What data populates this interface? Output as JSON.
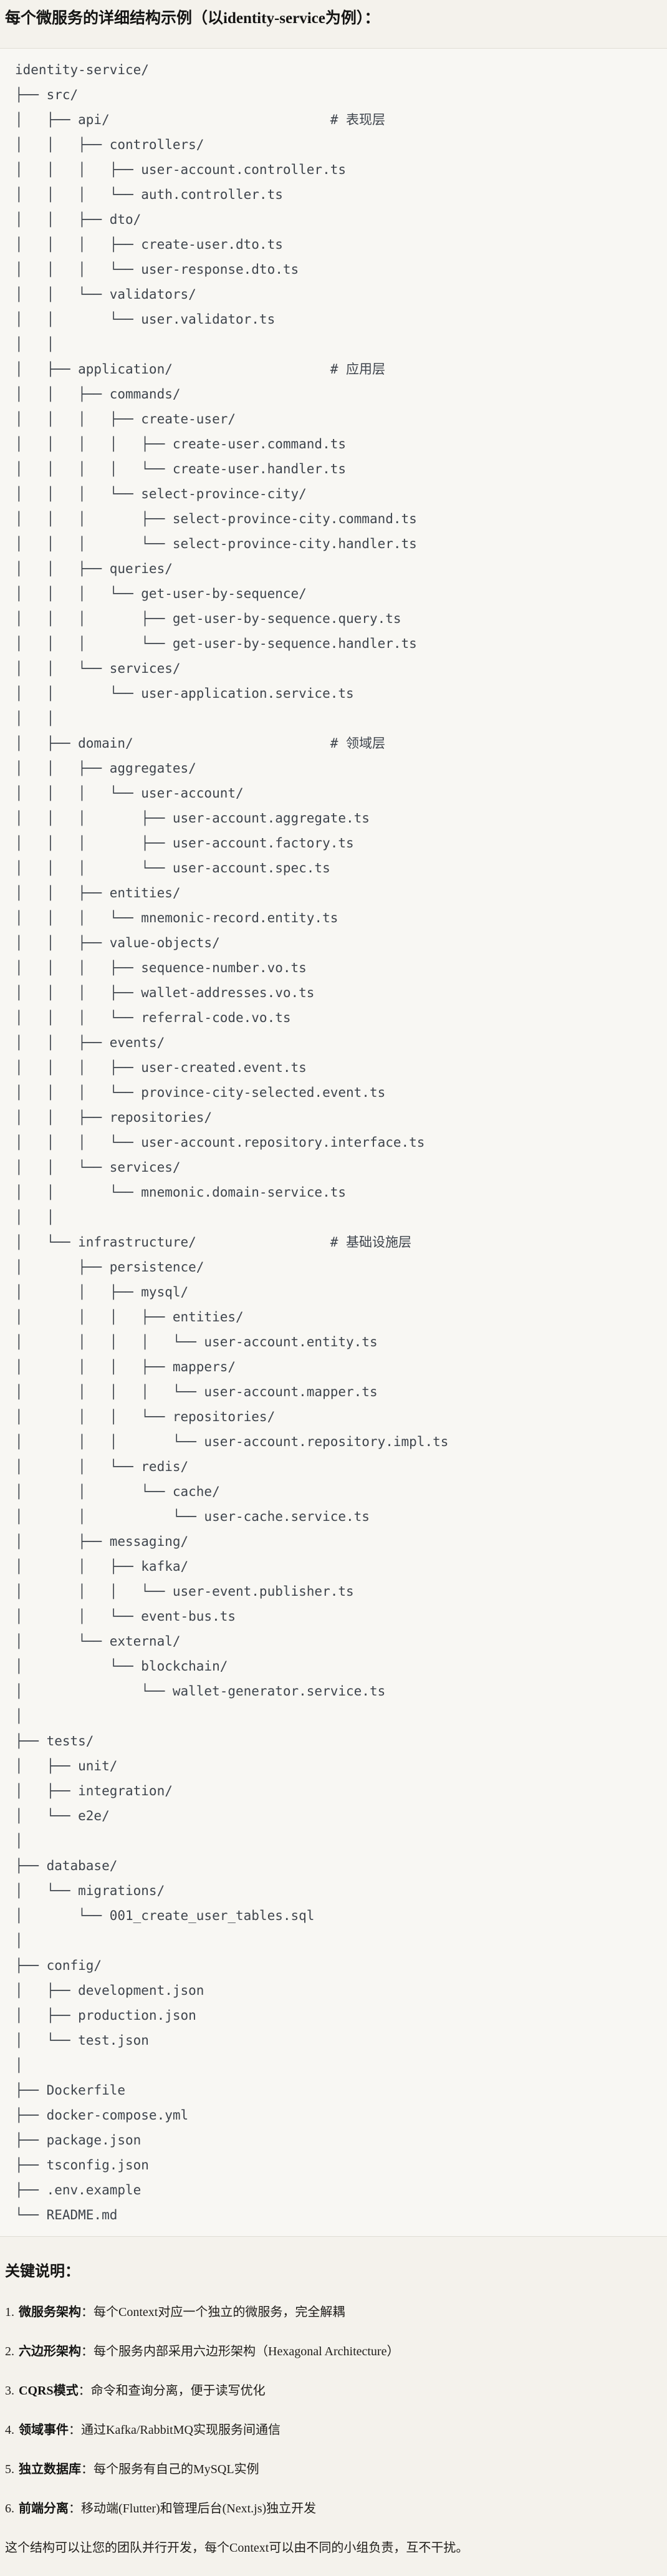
{
  "title": "每个微服务的详细结构示例（以identity-service为例）：",
  "colors": {
    "page_bg": "#F4F2EC",
    "code_bg": "#F8F7F3",
    "code_border": "#E0DDD5",
    "tree_text": "#3E444C",
    "body_text": "#1F1D1A"
  },
  "code_block": {
    "tree_lines": [
      "identity-service/",
      "├── src/",
      "│   ├── api/                            # 表现层",
      "│   │   ├── controllers/",
      "│   │   │   ├── user-account.controller.ts",
      "│   │   │   └── auth.controller.ts",
      "│   │   ├── dto/",
      "│   │   │   ├── create-user.dto.ts",
      "│   │   │   └── user-response.dto.ts",
      "│   │   └── validators/",
      "│   │       └── user.validator.ts",
      "│   │",
      "│   ├── application/                    # 应用层",
      "│   │   ├── commands/",
      "│   │   │   ├── create-user/",
      "│   │   │   │   ├── create-user.command.ts",
      "│   │   │   │   └── create-user.handler.ts",
      "│   │   │   └── select-province-city/",
      "│   │   │       ├── select-province-city.command.ts",
      "│   │   │       └── select-province-city.handler.ts",
      "│   │   ├── queries/",
      "│   │   │   └── get-user-by-sequence/",
      "│   │   │       ├── get-user-by-sequence.query.ts",
      "│   │   │       └── get-user-by-sequence.handler.ts",
      "│   │   └── services/",
      "│   │       └── user-application.service.ts",
      "│   │",
      "│   ├── domain/                         # 领域层",
      "│   │   ├── aggregates/",
      "│   │   │   └── user-account/",
      "│   │   │       ├── user-account.aggregate.ts",
      "│   │   │       ├── user-account.factory.ts",
      "│   │   │       └── user-account.spec.ts",
      "│   │   ├── entities/",
      "│   │   │   └── mnemonic-record.entity.ts",
      "│   │   ├── value-objects/",
      "│   │   │   ├── sequence-number.vo.ts",
      "│   │   │   ├── wallet-addresses.vo.ts",
      "│   │   │   └── referral-code.vo.ts",
      "│   │   ├── events/",
      "│   │   │   ├── user-created.event.ts",
      "│   │   │   └── province-city-selected.event.ts",
      "│   │   ├── repositories/",
      "│   │   │   └── user-account.repository.interface.ts",
      "│   │   └── services/",
      "│   │       └── mnemonic.domain-service.ts",
      "│   │",
      "│   └── infrastructure/                 # 基础设施层",
      "│       ├── persistence/",
      "│       │   ├── mysql/",
      "│       │   │   ├── entities/",
      "│       │   │   │   └── user-account.entity.ts",
      "│       │   │   ├── mappers/",
      "│       │   │   │   └── user-account.mapper.ts",
      "│       │   │   └── repositories/",
      "│       │   │       └── user-account.repository.impl.ts",
      "│       │   └── redis/",
      "│       │       └── cache/",
      "│       │           └── user-cache.service.ts",
      "│       ├── messaging/",
      "│       │   ├── kafka/",
      "│       │   │   └── user-event.publisher.ts",
      "│       │   └── event-bus.ts",
      "│       └── external/",
      "│           └── blockchain/",
      "│               └── wallet-generator.service.ts",
      "│",
      "├── tests/",
      "│   ├── unit/",
      "│   ├── integration/",
      "│   └── e2e/",
      "│",
      "├── database/",
      "│   └── migrations/",
      "│       └── 001_create_user_tables.sql",
      "│",
      "├── config/",
      "│   ├── development.json",
      "│   ├── production.json",
      "│   └── test.json",
      "│",
      "├── Dockerfile",
      "├── docker-compose.yml",
      "├── package.json",
      "├── tsconfig.json",
      "├── .env.example",
      "└── README.md"
    ]
  },
  "key_notes": {
    "heading": "关键说明：",
    "separator": "：",
    "items": [
      {
        "num": "1.",
        "term": "微服务架构",
        "desc": "每个Context对应一个独立的微服务，完全解耦"
      },
      {
        "num": "2.",
        "term": "六边形架构",
        "desc": "每个服务内部采用六边形架构（Hexagonal Architecture）"
      },
      {
        "num": "3.",
        "term": "CQRS模式",
        "desc": "命令和查询分离，便于读写优化"
      },
      {
        "num": "4.",
        "term": "领域事件",
        "desc": "通过Kafka/RabbitMQ实现服务间通信"
      },
      {
        "num": "5.",
        "term": "独立数据库",
        "desc": "每个服务有自己的MySQL实例"
      },
      {
        "num": "6.",
        "term": "前端分离",
        "desc": "移动端(Flutter)和管理后台(Next.js)独立开发"
      }
    ],
    "closing": "这个结构可以让您的团队并行开发，每个Context可以由不同的小组负责，互不干扰。"
  }
}
